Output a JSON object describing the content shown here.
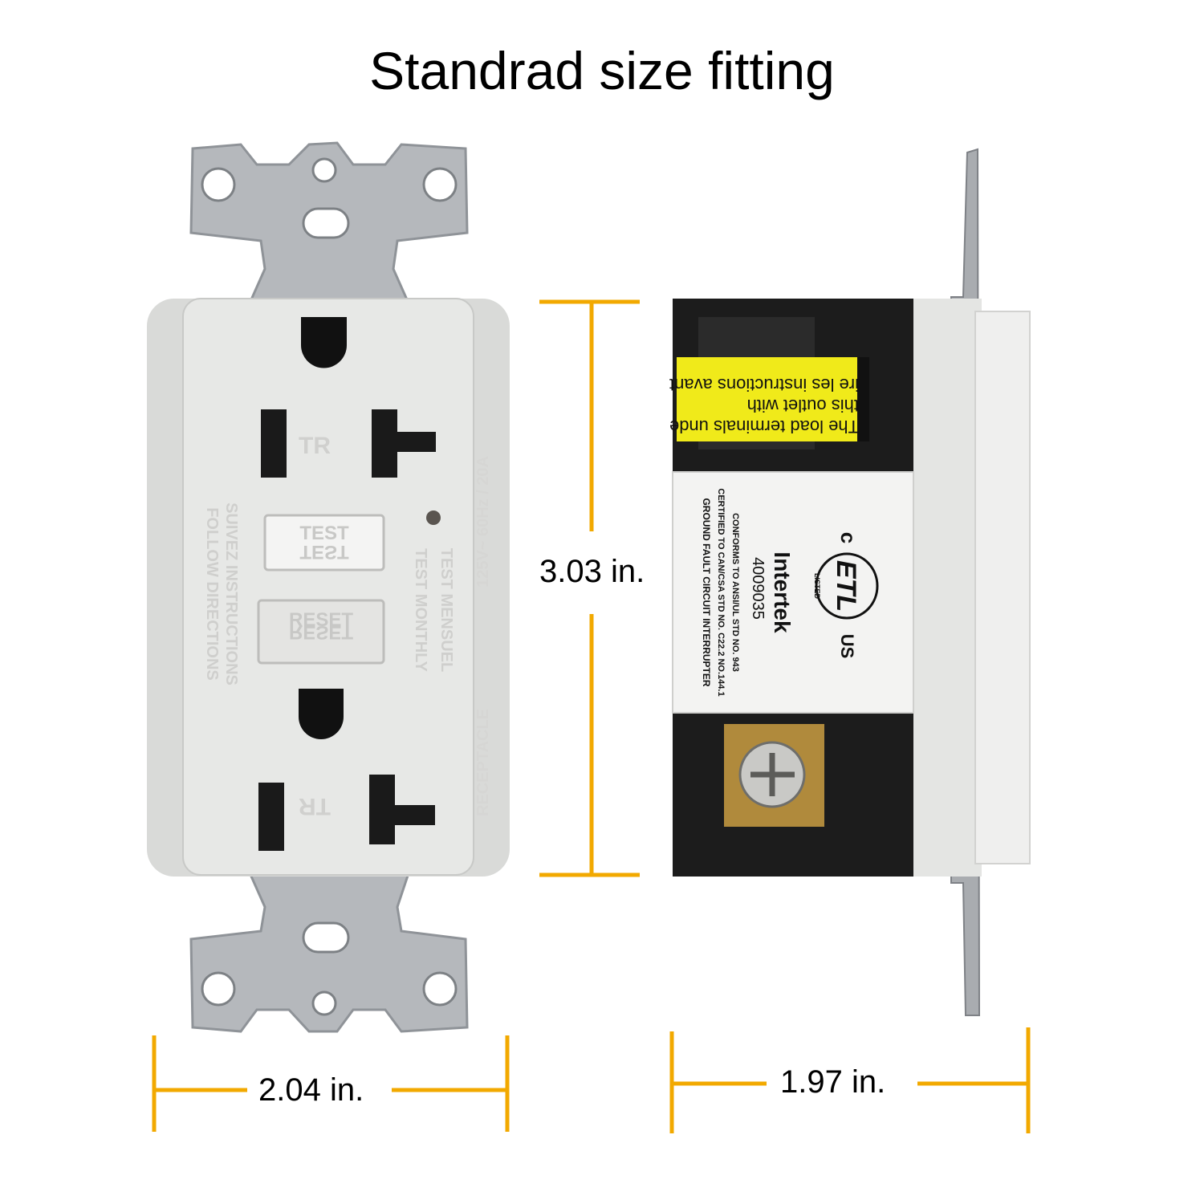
{
  "title": "Standrad size fitting",
  "dimensions": {
    "height": "3.03 in.",
    "width": "2.04 in.",
    "depth": "1.97 in."
  },
  "front_view": {
    "buttons": {
      "test": "TEST",
      "test_mirror": "TEST",
      "reset": "RESET",
      "reset_mirror": "RESET"
    },
    "tr_mark": "TR",
    "left_text_1": "FOLLOW DIRECTIONS",
    "left_text_2": "SUIVEZ INSTRUCTIONS",
    "right_text_1": "TEST MONTHLY",
    "right_text_2": "TEST MENSUEL",
    "rating_text": "125V~ 60Hz / 20A",
    "receptacle_text": "RECEPTACLE"
  },
  "side_view": {
    "warning_line_1": "The load terminals unde",
    "warning_line_2": "this outlet with",
    "warning_line_3": "ire les instructions avant",
    "brand": "Intertek",
    "code": "4009035",
    "conform_1": "CONFORMS TO ANSI/UL STD NO. 943",
    "conform_2": "CERTIFIED TO CAN/CSA STD NO. C22.2 NO.144.1",
    "conform_3": "GROUND FAULT CIRCUIT INTERRUPTER",
    "etl_mark": "ETL",
    "etl_c": "c",
    "etl_us": "US",
    "etl_listed": "LISTED"
  },
  "colors": {
    "dimension_line": "#f2a900",
    "outlet_body": "#e6e6e4",
    "metal": "#b4b8bc",
    "label_yellow": "#f0ea1a",
    "dark_housing": "#1c1c1c"
  }
}
